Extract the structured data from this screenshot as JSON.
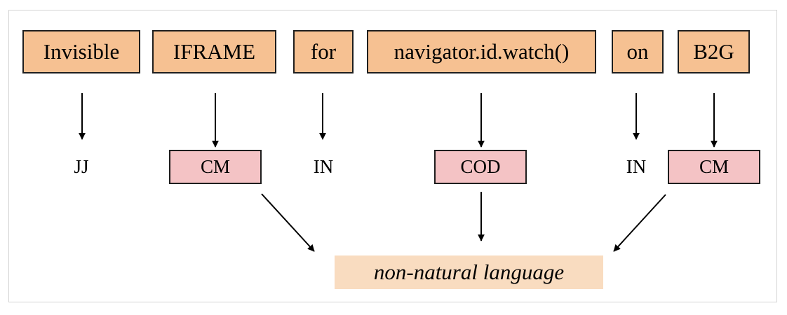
{
  "tokens": [
    "Invisible",
    "IFRAME",
    "for",
    "navigator.id.watch()",
    "on",
    "B2G"
  ],
  "tags": [
    "JJ",
    "CM",
    "IN",
    "COD",
    "IN",
    "CM"
  ],
  "result": "non-natural language",
  "colors": {
    "token_fill": "#f6c192",
    "tag_fill": "#f4c3c5",
    "result_fill": "#f9dcc0",
    "border": "#1e1e1e"
  }
}
